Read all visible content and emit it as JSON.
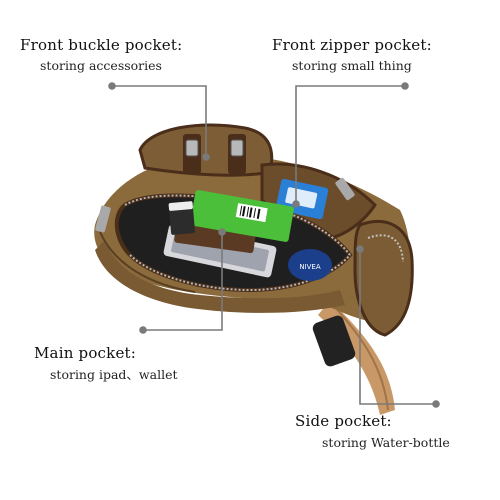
{
  "callouts": {
    "front_buckle": {
      "title": "Front buckle pocket:",
      "subtitle": "storing accessories"
    },
    "front_zipper": {
      "title": "Front zipper pocket:",
      "subtitle": "storing small thing"
    },
    "main": {
      "title": "Main pocket:",
      "subtitle": "storing ipad、wallet"
    },
    "side": {
      "title": "Side pocket:",
      "subtitle": "storing Water-bottle"
    }
  },
  "product": {
    "items": {
      "bottle_label": "NIVEA"
    }
  },
  "colors": {
    "canvas": "#ffffff",
    "leader_line": "#7a7a7a",
    "canvas_fabric": "#8b6a3c",
    "fabric_dark": "#5a4022",
    "leather_trim": "#4a2e1a",
    "lining": "#2a2a2a",
    "green_box": "#4cbf3a",
    "blue_box": "#2a7fd6",
    "nivea_blue": "#1c3f8c"
  }
}
